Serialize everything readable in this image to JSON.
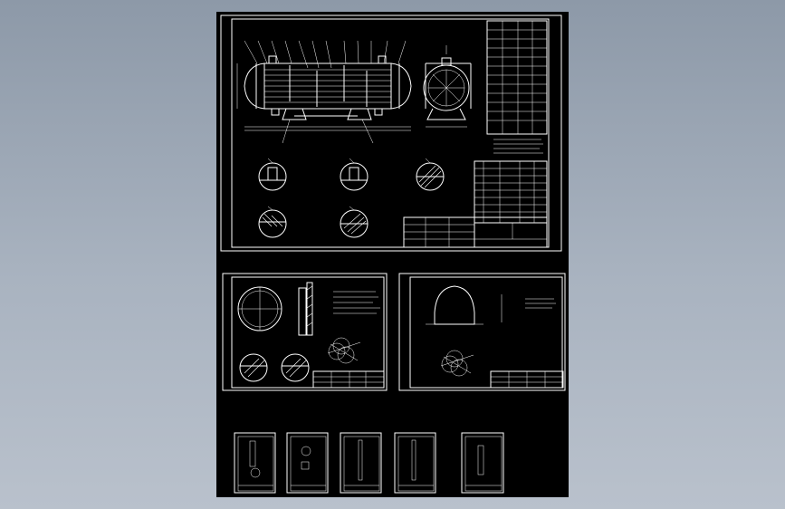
{
  "viewport": {
    "background": "#000000",
    "line_color": "#ffffff",
    "desktop_color": "#9aa5b3"
  },
  "sheets": [
    {
      "name": "main-assembly-sheet",
      "content": [
        "heat-exchanger-elevation",
        "end-view",
        "five-detail-circles",
        "title-block",
        "technical-notes"
      ]
    },
    {
      "name": "tube-sheet-drawing",
      "content": [
        "tube-sheet-plan",
        "section-strip",
        "two-detail-circles",
        "layout-detail",
        "title-block"
      ]
    },
    {
      "name": "head-drawing",
      "content": [
        "elliptical-head",
        "dimension-line",
        "layout-detail",
        "title-block"
      ]
    },
    {
      "name": "small-part-sheet-1"
    },
    {
      "name": "small-part-sheet-2"
    },
    {
      "name": "small-part-sheet-3"
    },
    {
      "name": "small-part-sheet-4"
    },
    {
      "name": "small-part-sheet-5"
    }
  ]
}
